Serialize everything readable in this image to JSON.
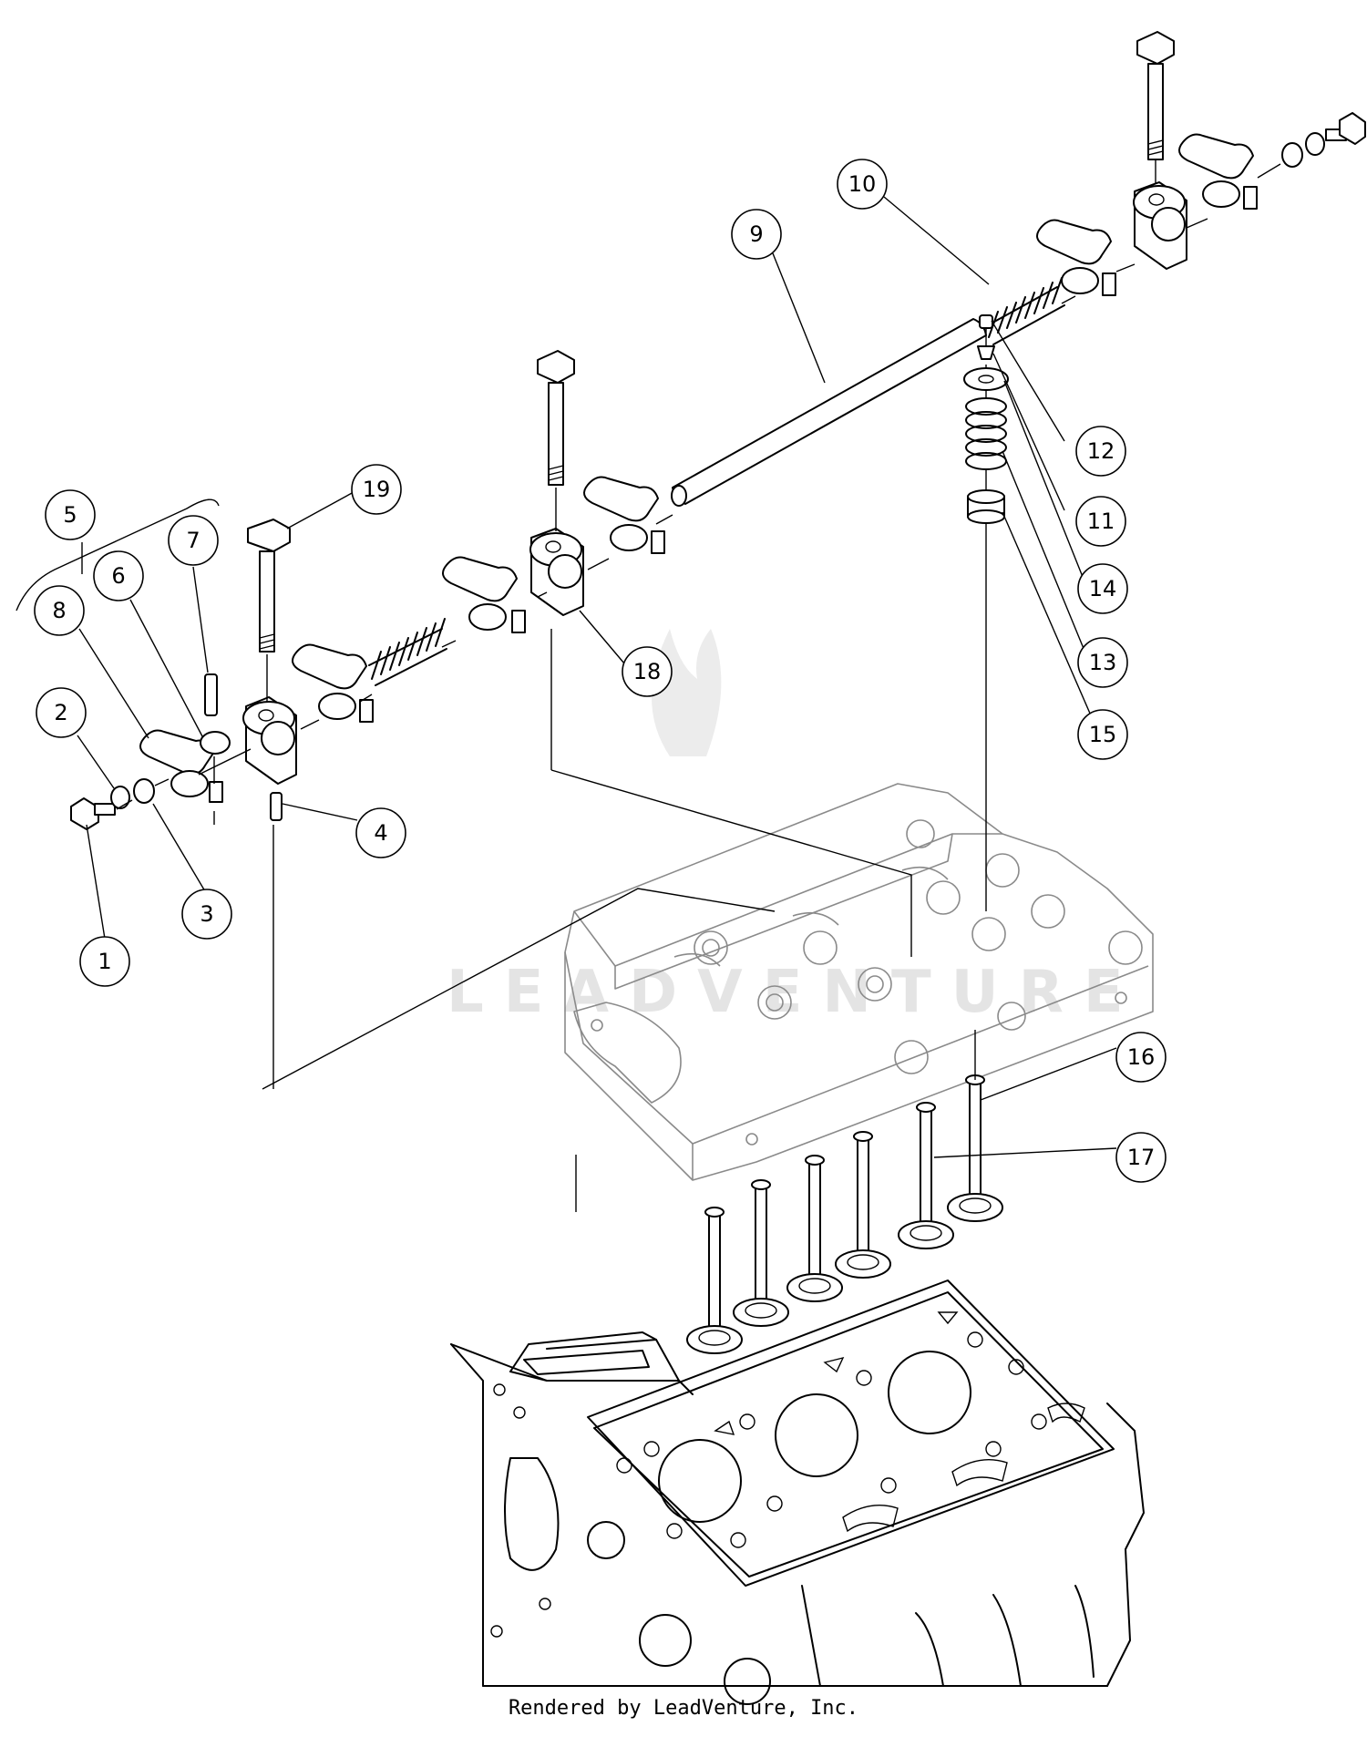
{
  "footer": "Rendered by LeadVenture, Inc.",
  "watermark": "LEADVENTURE",
  "callouts": [
    {
      "label": "1"
    },
    {
      "label": "2"
    },
    {
      "label": "3"
    },
    {
      "label": "4"
    },
    {
      "label": "5"
    },
    {
      "label": "6"
    },
    {
      "label": "7"
    },
    {
      "label": "8"
    },
    {
      "label": "9"
    },
    {
      "label": "10"
    },
    {
      "label": "11"
    },
    {
      "label": "12"
    },
    {
      "label": "13"
    },
    {
      "label": "14"
    },
    {
      "label": "15"
    },
    {
      "label": "16"
    },
    {
      "label": "17"
    },
    {
      "label": "18"
    },
    {
      "label": "19"
    }
  ]
}
